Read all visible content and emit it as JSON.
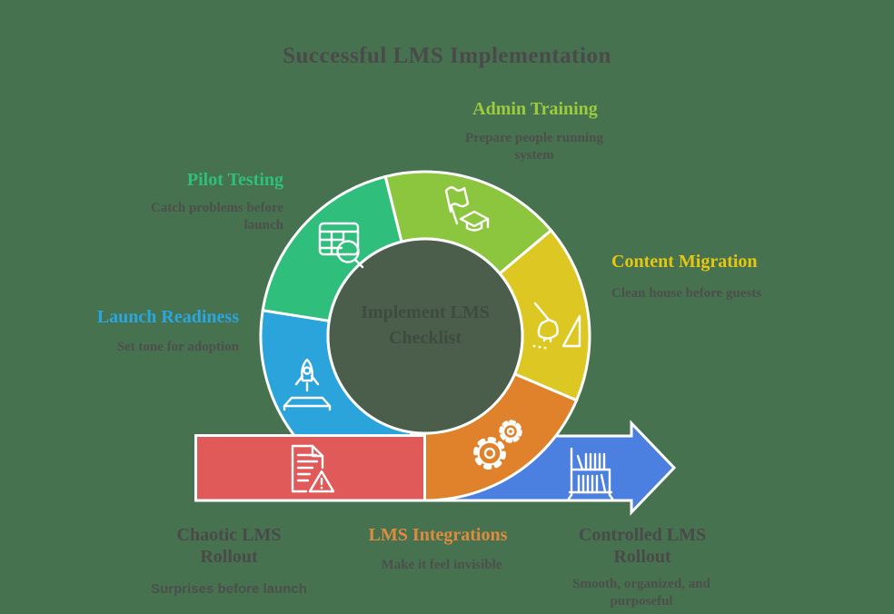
{
  "title": {
    "text": "Successful LMS Implementation",
    "color": "#4A4A4A"
  },
  "center": {
    "text": "Implement LMS\nChecklist",
    "color": "#3F4A40",
    "fill": "#4A5E4B"
  },
  "colors": {
    "background": "#477250",
    "segment_pilot": "#2FBE7C",
    "segment_admin": "#8CC63F",
    "segment_content": "#DDC722",
    "segment_integrations": "#E0812B",
    "segment_readiness": "#2BA4DC",
    "chaotic_red": "#E05A5A",
    "arrow_blue": "#4C80E0",
    "desc_text": "#4C4F4C"
  },
  "sections": {
    "pilot": {
      "heading": "Pilot Testing",
      "desc": "Catch problems before\nlaunch",
      "heading_color": "#2FBF7D"
    },
    "admin": {
      "heading": "Admin Training",
      "desc": "Prepare people running\nsystem",
      "heading_color": "#9CCB3E"
    },
    "content": {
      "heading": "Content Migration",
      "desc": "Clean house before guests",
      "heading_color": "#E5C713"
    },
    "readiness": {
      "heading": "Launch Readiness",
      "desc": "Set tone for adoption",
      "heading_color": "#29A7E1"
    },
    "integrations": {
      "heading": "LMS Integrations",
      "desc": "Make it feel invisible",
      "heading_color": "#DF8B3E"
    },
    "chaotic": {
      "heading": "Chaotic LMS\nRollout",
      "desc": "Surprises before launch",
      "heading_color": "#4A4A4A"
    },
    "controlled": {
      "heading": "Controlled LMS\nRollout",
      "desc": "Smooth, organized, and\npurposeful",
      "heading_color": "#4A4A4A"
    }
  }
}
